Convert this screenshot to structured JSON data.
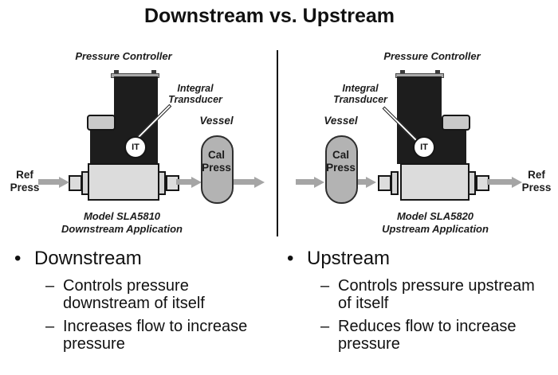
{
  "title": "Downstream vs. Upstream",
  "markers": {
    "bullet": "•",
    "dash": "–"
  },
  "diagrams": {
    "left": {
      "controller_label": "Pressure Controller",
      "transducer_label": "Integral\nTransducer",
      "transducer_badge": "IT",
      "vessel_label": "Vessel",
      "vessel_contents": "Cal\nPress",
      "port_label": "Ref\nPress",
      "caption": "Model SLA5810\nDownstream Application"
    },
    "right": {
      "controller_label": "Pressure Controller",
      "transducer_label": "Integral\nTransducer",
      "transducer_badge": "IT",
      "vessel_label": "Vessel",
      "vessel_contents": "Cal\nPress",
      "port_label": "Ref\nPress",
      "caption": "Model SLA5820\nUpstream Application"
    }
  },
  "bullets": {
    "left": {
      "heading": "Downstream",
      "items": [
        "Controls pressure downstream of itself",
        "Increases flow to increase pressure"
      ]
    },
    "right": {
      "heading": "Upstream",
      "items": [
        "Controls pressure upstream of itself",
        "Reduces flow to increase pressure"
      ]
    }
  },
  "colors": {
    "device_black": "#1d1d1d",
    "metal_light": "#dcdcdc",
    "metal_mid": "#c9c9c9",
    "vessel_gray": "#b3b3b3",
    "flow_gray": "#a5a5a5",
    "text_dark": "#1a1a1a"
  }
}
